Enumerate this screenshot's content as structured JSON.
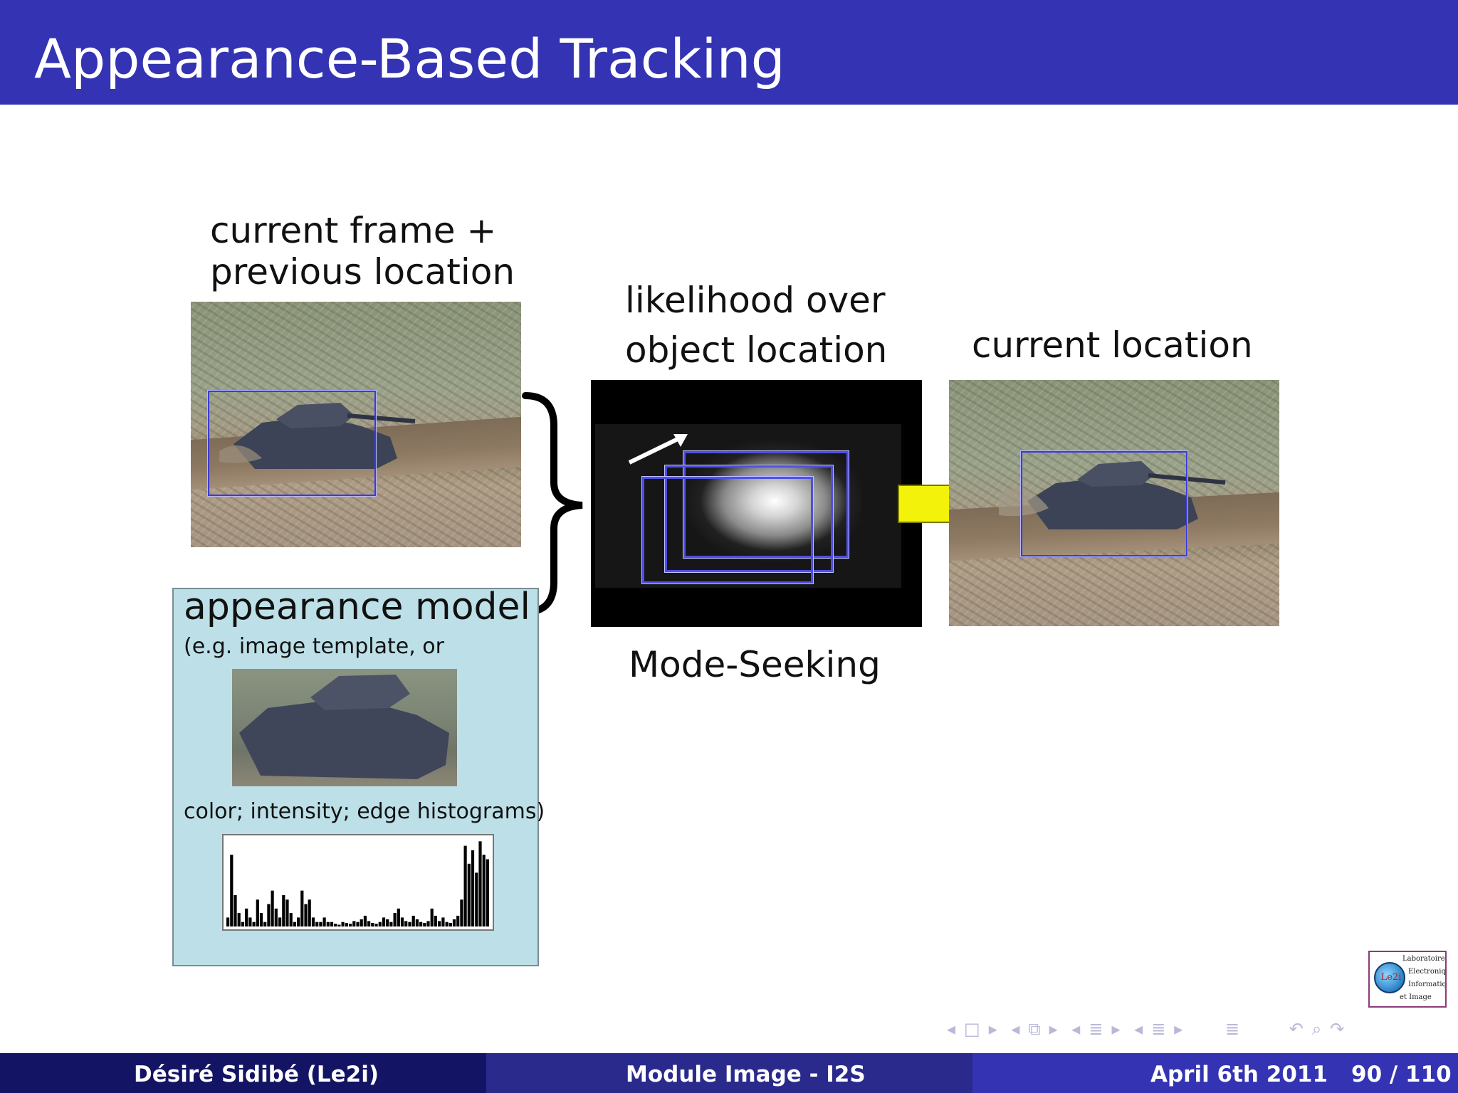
{
  "slide": {
    "title": "Appearance-Based Tracking"
  },
  "figure": {
    "current_frame_label_line1": "current frame +",
    "current_frame_label_line2": "previous location",
    "likelihood_label_line1": "likelihood over",
    "likelihood_label_line2": "object location",
    "current_location_label": "current location",
    "appearance_model_label": "appearance model",
    "appearance_model_sub": "(e.g. image template, or",
    "appearance_model_sub2": "color; intensity; edge histograms)",
    "mode_seeking_label": "Mode-Seeking",
    "colors": {
      "tracking_box": "#3b3bd9",
      "arrow": "#f2f20a",
      "panel_bg": "#bde0e8"
    },
    "histogram_bins": [
      0.1,
      0.8,
      0.35,
      0.15,
      0.05,
      0.2,
      0.1,
      0.05,
      0.3,
      0.15,
      0.05,
      0.25,
      0.4,
      0.2,
      0.1,
      0.35,
      0.3,
      0.15,
      0.05,
      0.1,
      0.4,
      0.25,
      0.3,
      0.1,
      0.05,
      0.05,
      0.1,
      0.05,
      0.05,
      0.03,
      0.02,
      0.05,
      0.04,
      0.03,
      0.06,
      0.05,
      0.08,
      0.12,
      0.06,
      0.04,
      0.03,
      0.05,
      0.1,
      0.08,
      0.05,
      0.15,
      0.2,
      0.1,
      0.06,
      0.05,
      0.12,
      0.08,
      0.05,
      0.04,
      0.06,
      0.2,
      0.12,
      0.06,
      0.1,
      0.05,
      0.04,
      0.08,
      0.12,
      0.3,
      0.9,
      0.7,
      0.85,
      0.6,
      0.95,
      0.8,
      0.75
    ]
  },
  "navigation": {
    "icons": [
      "nav-prev-frame",
      "nav-frame",
      "nav-next-frame",
      "nav-prev-subsection",
      "nav-subsection",
      "nav-next-subsection",
      "nav-prev-section",
      "nav-section",
      "nav-next-section",
      "nav-document",
      "nav-search",
      "nav-back"
    ]
  },
  "logo": {
    "circle_text": "Le2i",
    "lines": [
      "Laboratoire",
      "Electronique",
      "Informatique",
      "et Image"
    ]
  },
  "footer": {
    "author": "Désiré Sidibé  (Le2i)",
    "course": "Module Image - I2S",
    "date": "April 6th 2011",
    "page": "90 / 110",
    "colors": [
      "#141464",
      "#2a2a8c",
      "#3333b3"
    ]
  }
}
